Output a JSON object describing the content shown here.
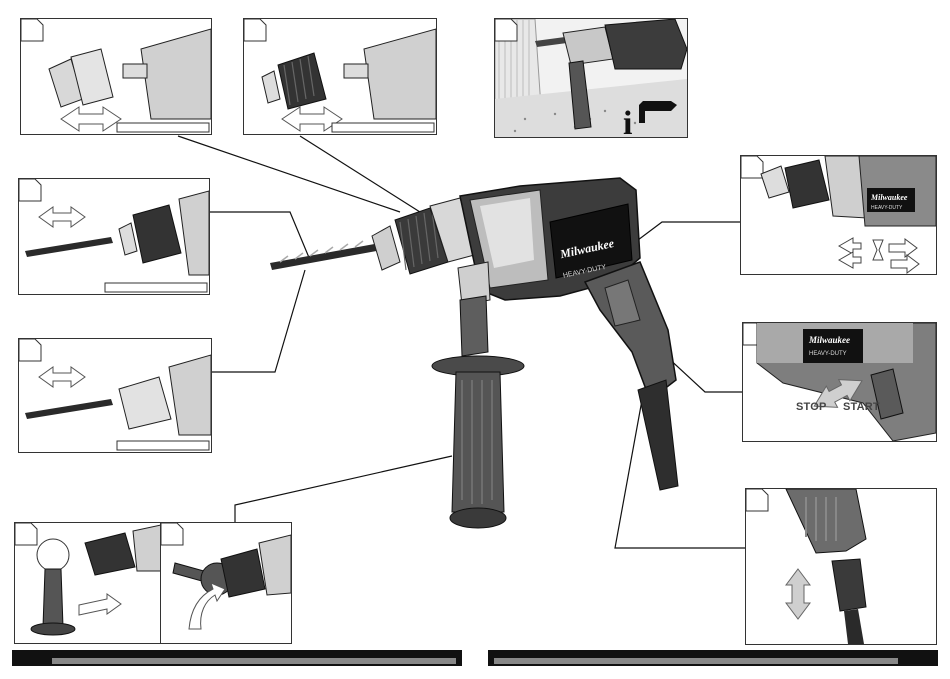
{
  "labels": {
    "stop": "STOP",
    "start": "START",
    "brand": "Milwaukee",
    "series": "HEAVY-DUTY",
    "brand_small": "Milwaukee",
    "series_small": "HEAVY-DUTY"
  },
  "icons": {
    "info": "info-icon",
    "hand": "pointing-hand-icon"
  },
  "colors": {
    "body_dark": "#3c3c3c",
    "body_mid": "#6a6a6a",
    "chrome": "#d8d8d8",
    "outline": "#222222"
  }
}
